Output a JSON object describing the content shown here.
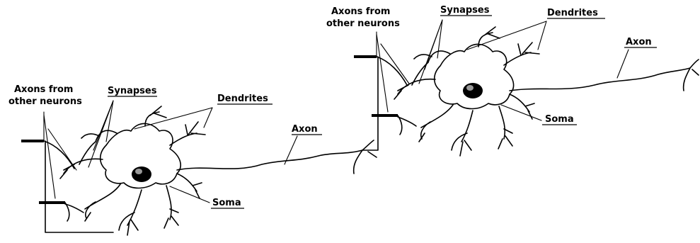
{
  "neurons": [
    {
      "labels": {
        "axons_from_line1": "Axons from",
        "axons_from_line2": "other neurons",
        "synapses": "Synapses",
        "dendrites": "Dendrites",
        "axon": "Axon",
        "soma": "Soma"
      }
    },
    {
      "labels": {
        "axons_from_line1": "Axons from",
        "axons_from_line2": "other neurons",
        "synapses": "Synapses",
        "dendrites": "Dendrites",
        "axon": "Axon",
        "soma": "Soma"
      }
    }
  ],
  "colors": {
    "ink": "#000000",
    "background": "#ffffff"
  }
}
